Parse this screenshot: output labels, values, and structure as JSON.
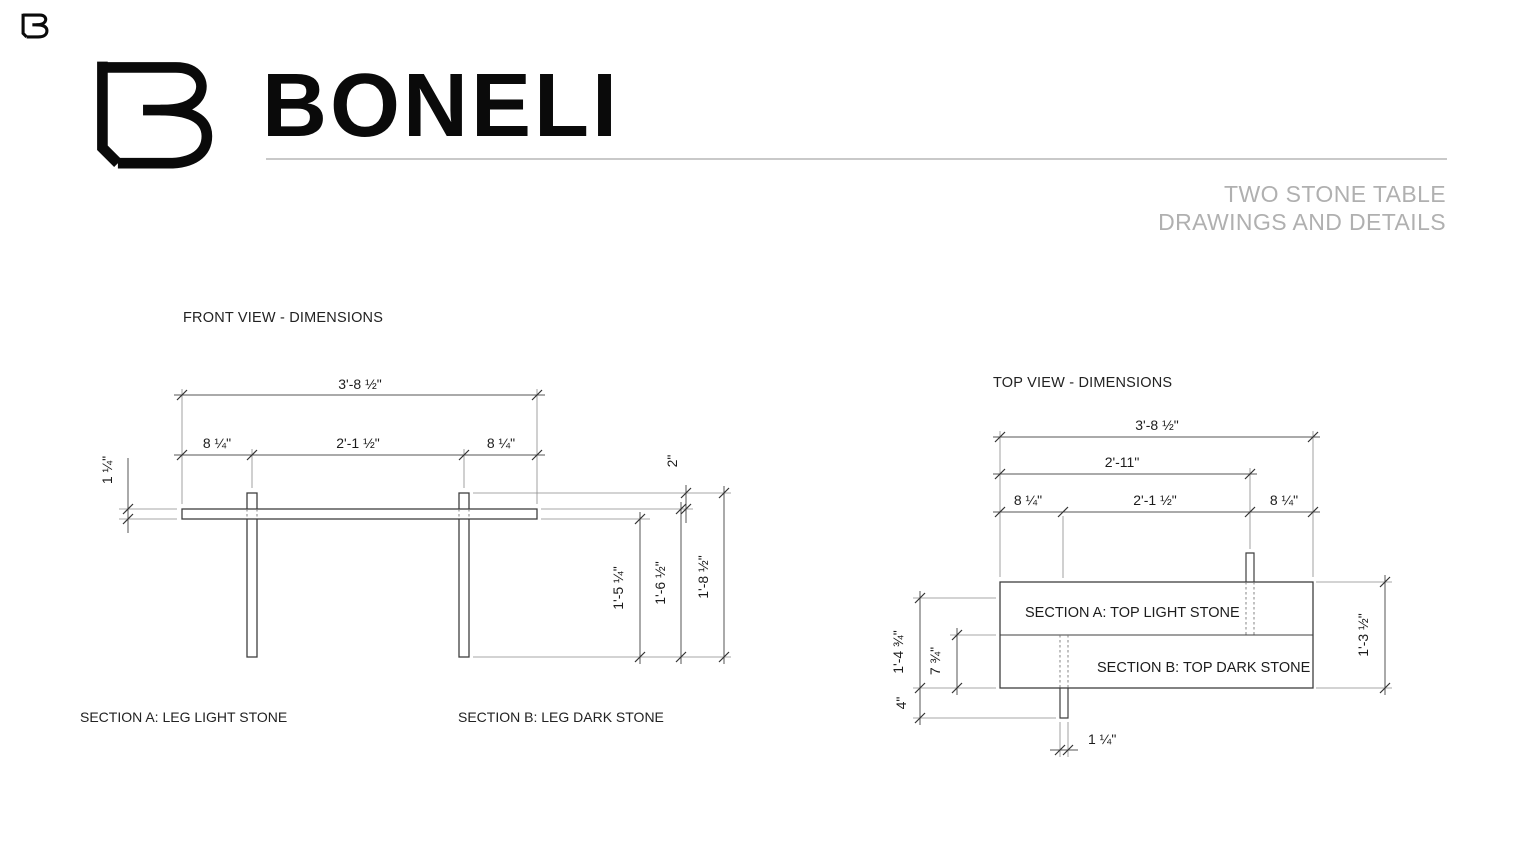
{
  "header": {
    "brand_name": "BONELI",
    "subtitle_line1": "TWO STONE TABLE",
    "subtitle_line2": "DRAWINGS AND DETAILS",
    "logo_icon": "boneli-b-mark"
  },
  "colors": {
    "brand_black": "#0a0a0a",
    "muted_gray": "#b0b0b0",
    "drawing_line": "#3f3f3f",
    "dimension_line": "#555555",
    "rule_gray": "#c9c9c9"
  },
  "front_view": {
    "title": "FRONT VIEW - DIMENSIONS",
    "section_a_label": "SECTION A: LEG LIGHT STONE",
    "section_b_label": "SECTION B: LEG DARK STONE",
    "dims": {
      "overall_width": "3'-8 ½\"",
      "left_overhang": "8 ¼\"",
      "leg_spacing": "2'-1 ½\"",
      "right_overhang": "8 ¼\"",
      "top_thickness": "1 ¼\"",
      "leg_above_top": "2\"",
      "leg_below_top": "1'-5 ¼\"",
      "underside_height": "1'-6 ½\"",
      "overall_leg_height": "1'-8 ½\""
    }
  },
  "top_view": {
    "title": "TOP VIEW - DIMENSIONS",
    "section_a_label": "SECTION A: TOP LIGHT STONE",
    "section_b_label": "SECTION B: TOP DARK STONE",
    "dims": {
      "overall_width": "3'-8 ½\"",
      "light_stone_width": "2'-11\"",
      "left_offset": "8 ¼\"",
      "leg_spacing": "2'-1 ½\"",
      "right_offset": "8 ¼\"",
      "overall_depth": "1'-3 ½\"",
      "left_total_depth": "1'-4 ¾\"",
      "dark_stone_depth": "7 ¾\"",
      "leg_extension": "4\"",
      "leg_width": "1 ¼\""
    }
  }
}
